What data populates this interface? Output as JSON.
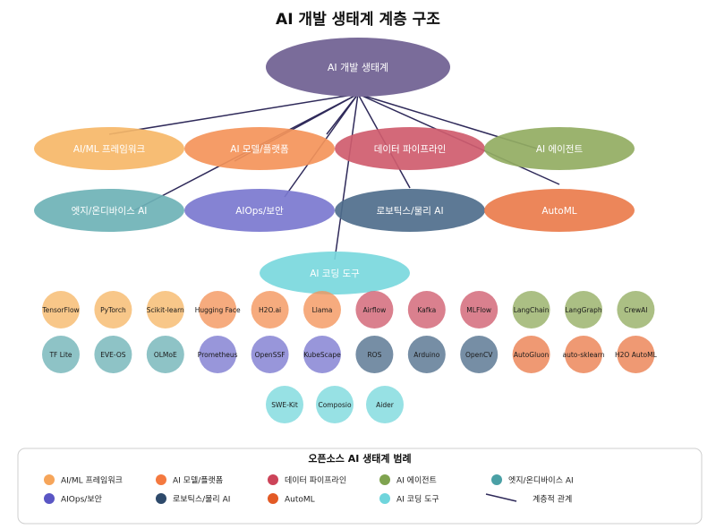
{
  "title": "AI 개발 생태계 계층 구조",
  "root": {
    "label": "AI 개발 생태계",
    "color": "#7a6c9a"
  },
  "line_color": "#2f2a5a",
  "categories": [
    {
      "id": "framework",
      "label": "AI/ML 프레임워크",
      "color": "#f6b768"
    },
    {
      "id": "platform",
      "label": "AI 모델/플랫폼",
      "color": "#f4945a"
    },
    {
      "id": "pipeline",
      "label": "데이터 파이프라인",
      "color": "#cf5c6e"
    },
    {
      "id": "agent",
      "label": "AI 에이전트",
      "color": "#93ad62"
    },
    {
      "id": "edge",
      "label": "엣지/온디바이스 AI",
      "color": "#6eb2b6"
    },
    {
      "id": "aiops",
      "label": "AIOps/보안",
      "color": "#7b78cf"
    },
    {
      "id": "robotics",
      "label": "로보틱스/물리 AI",
      "color": "#4f6e8c"
    },
    {
      "id": "automl",
      "label": "AutoML",
      "color": "#ea7c4c"
    },
    {
      "id": "coding",
      "label": "AI 코딩 도구",
      "color": "#7ad8dd"
    }
  ],
  "tools": [
    {
      "label": "TensorFlow",
      "category": "framework"
    },
    {
      "label": "PyTorch",
      "category": "framework"
    },
    {
      "label": "Scikit-learn",
      "category": "framework"
    },
    {
      "label": "Hugging Face",
      "category": "platform"
    },
    {
      "label": "H2O.ai",
      "category": "platform"
    },
    {
      "label": "Llama",
      "category": "platform"
    },
    {
      "label": "Airflow",
      "category": "pipeline"
    },
    {
      "label": "Kafka",
      "category": "pipeline"
    },
    {
      "label": "MLFlow",
      "category": "pipeline"
    },
    {
      "label": "LangChain",
      "category": "agent"
    },
    {
      "label": "LangGraph",
      "category": "agent"
    },
    {
      "label": "CrewAI",
      "category": "agent"
    },
    {
      "label": "TF Lite",
      "category": "edge"
    },
    {
      "label": "EVE-OS",
      "category": "edge"
    },
    {
      "label": "OLMoE",
      "category": "edge"
    },
    {
      "label": "Prometheus",
      "category": "aiops"
    },
    {
      "label": "OpenSSF",
      "category": "aiops"
    },
    {
      "label": "KubeScape",
      "category": "aiops"
    },
    {
      "label": "ROS",
      "category": "robotics"
    },
    {
      "label": "Arduino",
      "category": "robotics"
    },
    {
      "label": "OpenCV",
      "category": "robotics"
    },
    {
      "label": "AutoGluon",
      "category": "automl"
    },
    {
      "label": "auto-sklearn",
      "category": "automl"
    },
    {
      "label": "H2O AutoML",
      "category": "automl"
    },
    {
      "label": "SWE-Kit",
      "category": "coding"
    },
    {
      "label": "Composio",
      "category": "coding"
    },
    {
      "label": "Aider",
      "category": "coding"
    }
  ],
  "legend": {
    "title": "오픈소스 AI 생태계 범례",
    "items": [
      {
        "label": "AI/ML 프레임워크",
        "color": "#f6a55a",
        "kind": "dot"
      },
      {
        "label": "AI 모델/플랫폼",
        "color": "#f4793f",
        "kind": "dot"
      },
      {
        "label": "데이터 파이프라인",
        "color": "#cc4459",
        "kind": "dot"
      },
      {
        "label": "AI 에이전트",
        "color": "#7fa34f",
        "kind": "dot"
      },
      {
        "label": "엣지/온디바이스 AI",
        "color": "#4aa0a5",
        "kind": "dot"
      },
      {
        "label": "AIOps/보안",
        "color": "#5a56c4",
        "kind": "dot"
      },
      {
        "label": "로보틱스/물리 AI",
        "color": "#2e4a6b",
        "kind": "dot"
      },
      {
        "label": "AutoML",
        "color": "#e35a25",
        "kind": "dot"
      },
      {
        "label": "AI 코딩 도구",
        "color": "#6fd5dc",
        "kind": "dot"
      },
      {
        "label": "계층적 관계",
        "color": "#2f2a5a",
        "kind": "line"
      }
    ]
  }
}
